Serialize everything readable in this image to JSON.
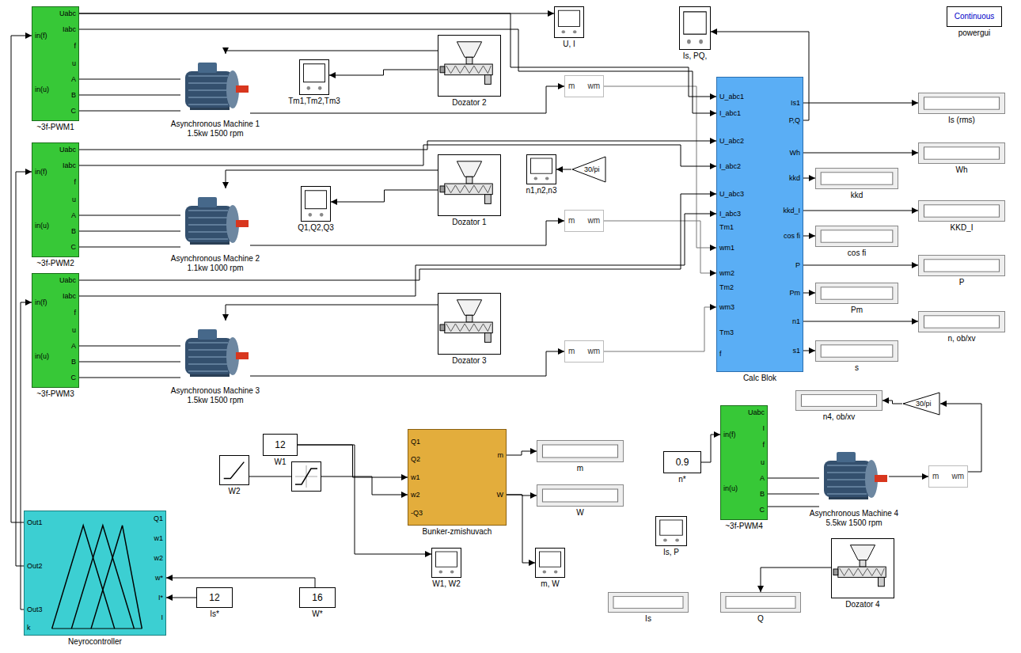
{
  "diagram": {
    "nodes": [
      {
        "text": [
          "Uabc",
          "Iabc",
          "f",
          "u",
          "A",
          "B",
          "C",
          "in(f)",
          "in(u)",
          "~3f-PWM1"
        ]
      },
      {
        "text": [
          "Asynchronous Machine 1 1.5kw 1500 rpm"
        ]
      },
      {
        "text": [
          "Tm1,Tm2,Tm3"
        ]
      },
      {
        "text": [
          "Dozator 2"
        ]
      },
      {
        "text": [
          "m",
          "wm"
        ]
      },
      {
        "text": [
          "U, I"
        ]
      },
      {
        "text": [
          "Is, PQ,"
        ]
      },
      {
        "text": [
          "Continuous",
          "powergui"
        ]
      },
      {
        "text": [
          "U_abc1",
          "I_abc1",
          "U_abc2",
          "I_abc2",
          "U_abc3",
          "I_abc3",
          "Tm1",
          "wm1",
          "wm2",
          "Tm2",
          "wm3",
          "Tm3",
          "f",
          "Is1",
          "P,Q",
          "Wh",
          "kkd",
          "kkd_I",
          "cos fi",
          "P",
          "Pm",
          "n1",
          "s1",
          "Calc Blok"
        ]
      },
      {
        "text": [
          "Is (rms)"
        ]
      },
      {
        "text": [
          "Wh"
        ]
      },
      {
        "text": [
          "kkd"
        ]
      },
      {
        "text": [
          "KKD_I"
        ]
      },
      {
        "text": [
          "cos fi"
        ]
      },
      {
        "text": [
          "P"
        ]
      },
      {
        "text": [
          "Pm"
        ]
      },
      {
        "text": [
          "n, ob/xv"
        ]
      },
      {
        "text": [
          "s"
        ]
      },
      {
        "text": [
          "Uabc",
          "Iabc",
          "f",
          "u",
          "A",
          "B",
          "C",
          "in(f)",
          "in(u)",
          "~3f-PWM2"
        ]
      },
      {
        "text": [
          "Asynchronous Machine 2 1.1kw 1000 rpm"
        ]
      },
      {
        "text": [
          "Q1,Q2,Q3"
        ]
      },
      {
        "text": [
          "Dozator 1"
        ]
      },
      {
        "text": [
          "n1,n2,n3"
        ]
      },
      {
        "text": [
          "30/pi"
        ]
      },
      {
        "text": [
          "m",
          "wm"
        ]
      },
      {
        "text": [
          "Uabc",
          "Iabc",
          "f",
          "u",
          "A",
          "B",
          "C",
          "in(f)",
          "in(u)",
          "~3f-PWM3"
        ]
      },
      {
        "text": [
          "Asynchronous Machine 3 1.5kw 1500 rpm"
        ]
      },
      {
        "text": [
          "Dozator 3"
        ]
      },
      {
        "text": [
          "m",
          "wm"
        ]
      },
      {
        "text": [
          "n4, ob/xv"
        ]
      },
      {
        "text": [
          "30/pi"
        ]
      },
      {
        "text": [
          "Uabc",
          "I",
          "f",
          "u",
          "A",
          "B",
          "C",
          "in(f)",
          "in(u)",
          "~3f-PWM4"
        ]
      },
      {
        "text": [
          "Asynchronous Machine 4 5.5kw 1500 rpm"
        ]
      },
      {
        "text": [
          "m",
          "wm"
        ]
      },
      {
        "text": [
          "12",
          "W1"
        ]
      },
      {
        "text": [
          "W2"
        ]
      },
      {
        "text": [
          "Q1",
          "Q2",
          "w1",
          "w2",
          "-Q3",
          "m",
          "W",
          "Bunker-zmishuvach"
        ]
      },
      {
        "text": [
          "m"
        ]
      },
      {
        "text": [
          "W"
        ]
      },
      {
        "text": [
          "0.9",
          "n*"
        ]
      },
      {
        "text": [
          "Out1",
          "Out2",
          "Out3",
          "k",
          "Q1",
          "w1",
          "w2",
          "w*",
          "I*",
          "I",
          "Neyrocontroller"
        ]
      },
      {
        "text": [
          "W1, W2"
        ]
      },
      {
        "text": [
          "m, W"
        ]
      },
      {
        "text": [
          "Is, P"
        ]
      },
      {
        "text": [
          "Dozator 4"
        ]
      },
      {
        "text": [
          "12",
          "Is*"
        ]
      },
      {
        "text": [
          "16",
          "W*"
        ]
      },
      {
        "text": [
          "Is"
        ]
      },
      {
        "text": [
          "Q"
        ]
      }
    ],
    "edges": [
      {
        "from": 0,
        "to": 1,
        "arrow": "none"
      },
      {
        "from": 0,
        "to": 1,
        "arrow": "none"
      },
      {
        "from": 0,
        "to": 1,
        "arrow": "none"
      },
      {
        "from": 18,
        "to": 19,
        "arrow": "none"
      },
      {
        "from": 18,
        "to": 19,
        "arrow": "none"
      },
      {
        "from": 18,
        "to": 19,
        "arrow": "none"
      },
      {
        "from": 25,
        "to": 26,
        "arrow": "none"
      },
      {
        "from": 25,
        "to": 26,
        "arrow": "none"
      },
      {
        "from": 25,
        "to": 26,
        "arrow": "none"
      },
      {
        "from": 31,
        "to": 32,
        "arrow": "none"
      },
      {
        "from": 31,
        "to": 32,
        "arrow": "none"
      },
      {
        "from": 31,
        "to": 32,
        "arrow": "none"
      },
      {
        "from": 1,
        "to": 4,
        "arrow": "to"
      },
      {
        "from": 19,
        "to": 24,
        "arrow": "to"
      },
      {
        "from": 26,
        "to": 28,
        "arrow": "to"
      },
      {
        "from": 32,
        "to": 33,
        "arrow": "to"
      },
      {
        "from": 4,
        "to": 8,
        "arrow": "to"
      },
      {
        "from": 24,
        "to": 8,
        "arrow": "to"
      },
      {
        "from": 28,
        "to": 8,
        "arrow": "to"
      },
      {
        "from": 3,
        "to": 1,
        "arrow": "to"
      },
      {
        "from": 3,
        "to": 2,
        "arrow": "to"
      },
      {
        "from": 21,
        "to": 20,
        "arrow": "to"
      },
      {
        "from": 21,
        "to": 19,
        "arrow": "to"
      },
      {
        "from": 27,
        "to": 26,
        "arrow": "to"
      },
      {
        "from": 23,
        "to": 22,
        "arrow": "to"
      },
      {
        "from": 0,
        "to": 5,
        "arrow": "to"
      },
      {
        "from": 0,
        "to": 8,
        "arrow": "to"
      },
      {
        "from": 0,
        "to": 8,
        "arrow": "to"
      },
      {
        "from": 18,
        "to": 8,
        "arrow": "to"
      },
      {
        "from": 18,
        "to": 8,
        "arrow": "to"
      },
      {
        "from": 25,
        "to": 8,
        "arrow": "to"
      },
      {
        "from": 25,
        "to": 8,
        "arrow": "to"
      },
      {
        "from": 8,
        "to": 9,
        "arrow": "to"
      },
      {
        "from": 8,
        "to": 10,
        "arrow": "to"
      },
      {
        "from": 8,
        "to": 11,
        "arrow": "to"
      },
      {
        "from": 8,
        "to": 12,
        "arrow": "to"
      },
      {
        "from": 8,
        "to": 13,
        "arrow": "to"
      },
      {
        "from": 8,
        "to": 14,
        "arrow": "to"
      },
      {
        "from": 8,
        "to": 15,
        "arrow": "to"
      },
      {
        "from": 8,
        "to": 16,
        "arrow": "to"
      },
      {
        "from": 8,
        "to": 17,
        "arrow": "to"
      },
      {
        "from": 8,
        "to": 6,
        "arrow": "to"
      },
      {
        "from": 40,
        "to": 0,
        "arrow": "to"
      },
      {
        "from": 40,
        "to": 18,
        "arrow": "to"
      },
      {
        "from": 40,
        "to": 25,
        "arrow": "to"
      },
      {
        "from": 45,
        "to": 40,
        "arrow": "to"
      },
      {
        "from": 46,
        "to": 40,
        "arrow": "to"
      },
      {
        "from": 34,
        "to": 36,
        "arrow": "to"
      },
      {
        "from": 35,
        "to": 36,
        "arrow": "to"
      },
      {
        "from": 36,
        "to": 37,
        "arrow": "to"
      },
      {
        "from": 36,
        "to": 38,
        "arrow": "to"
      },
      {
        "from": 36,
        "to": 42,
        "arrow": "to"
      },
      {
        "from": 34,
        "to": 41,
        "arrow": "to"
      },
      {
        "from": 39,
        "to": 31,
        "arrow": "to"
      },
      {
        "from": 33,
        "to": 30,
        "arrow": "to"
      },
      {
        "from": 30,
        "to": 29,
        "arrow": "to"
      },
      {
        "from": 44,
        "to": 48,
        "arrow": "to"
      }
    ]
  }
}
